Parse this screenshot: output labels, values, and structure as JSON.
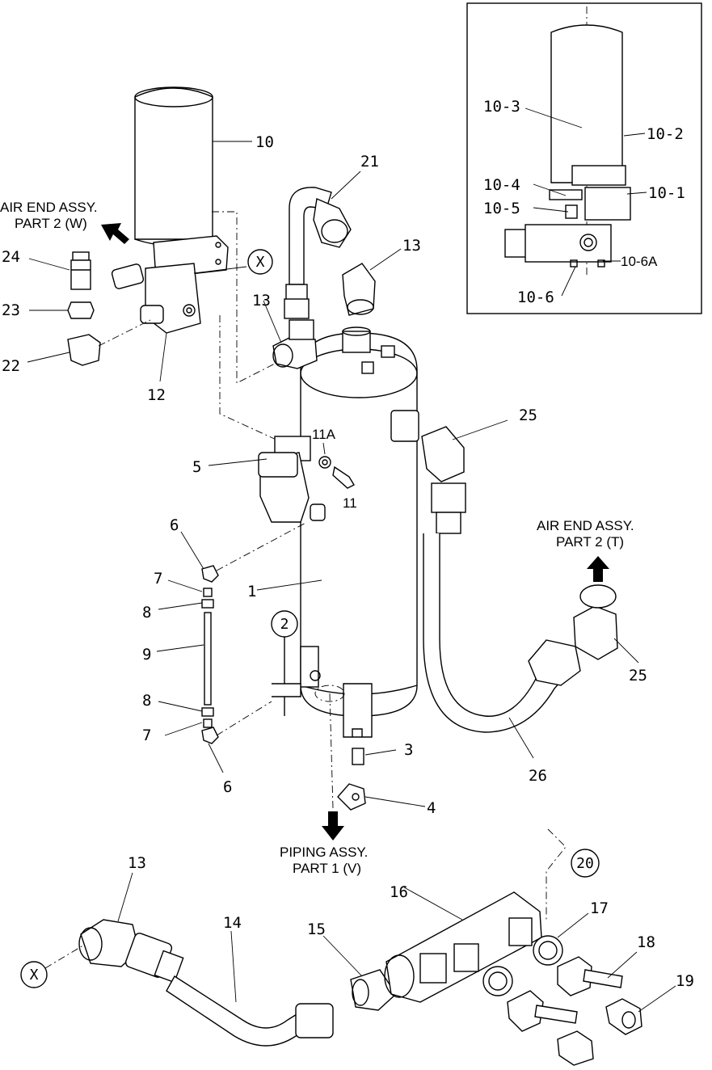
{
  "diagram": {
    "callouts": {
      "c1": "1",
      "c3": "3",
      "c4": "4",
      "c5": "5",
      "c6a": "6",
      "c6b": "6",
      "c7a": "7",
      "c7b": "7",
      "c8a": "8",
      "c8b": "8",
      "c9": "9",
      "c10": "10",
      "c11": "11",
      "c11a": "11A",
      "c12": "12",
      "c13a": "13",
      "c13b": "13",
      "c13c": "13",
      "c14": "14",
      "c15": "15",
      "c16": "16",
      "c17": "17",
      "c18": "18",
      "c19": "19",
      "c21": "21",
      "c22": "22",
      "c23": "23",
      "c24": "24",
      "c25a": "25",
      "c25b": "25",
      "c26": "26"
    },
    "inset": {
      "c10_1": "10-1",
      "c10_2": "10-2",
      "c10_3": "10-3",
      "c10_4": "10-4",
      "c10_5": "10-5",
      "c10_6": "10-6",
      "c10_6a": "10-6A"
    },
    "circled": {
      "x1": "X",
      "x2": "X",
      "ref2": "2",
      "ref20": "20"
    },
    "refs": {
      "w_line1": "AIR END ASSY.",
      "w_line2": "PART 2 (W)",
      "t_line1": "AIR END ASSY.",
      "t_line2": "PART 2 (T)",
      "v_line1": "PIPING ASSY.",
      "v_line2": "PART 1 (V)"
    }
  }
}
